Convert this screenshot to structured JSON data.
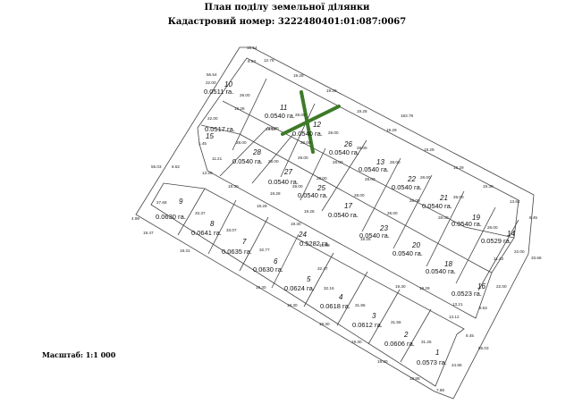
{
  "title": "План поділу земельної ділянки",
  "cadastral": "Кадастровий номер: 3222480401:01:087:0067",
  "scale": "Масштаб: 1:1 000",
  "colors": {
    "line": "#444444",
    "mark": "#3d7a27"
  },
  "parcels": [
    {
      "id": "10",
      "area": "0.0511 га."
    },
    {
      "id": "11",
      "area": "0.0540 га."
    },
    {
      "id": "12",
      "area": "0.0540 га."
    },
    {
      "id": "15",
      "area": "0.0517 га."
    },
    {
      "id": "28",
      "area": "0.0540 га."
    },
    {
      "id": "27",
      "area": "0.0540 га."
    },
    {
      "id": "26",
      "area": "0.0540 га."
    },
    {
      "id": "25",
      "area": "0.0540 га."
    },
    {
      "id": "13",
      "area": "0.0540 га."
    },
    {
      "id": "17",
      "area": "0.0540 га."
    },
    {
      "id": "22",
      "area": "0.0540 га."
    },
    {
      "id": "23",
      "area": "0.0540 га."
    },
    {
      "id": "21",
      "area": "0.0540 га."
    },
    {
      "id": "20",
      "area": "0.0540 га."
    },
    {
      "id": "19",
      "area": "0.0540 га."
    },
    {
      "id": "18",
      "area": "0.0540 га."
    },
    {
      "id": "14",
      "area": "0.0529 га."
    },
    {
      "id": "16",
      "area": "0.0523 га."
    },
    {
      "id": "24",
      "area": "0.5282 га."
    },
    {
      "id": "9",
      "area": "0.0630 га."
    },
    {
      "id": "8",
      "area": "0.0641 га."
    },
    {
      "id": "7",
      "area": "0.0635 га."
    },
    {
      "id": "6",
      "area": "0.0630 га."
    },
    {
      "id": "5",
      "area": "0.0624 га."
    },
    {
      "id": "4",
      "area": "0.0618 га."
    },
    {
      "id": "3",
      "area": "0.0612 га."
    },
    {
      "id": "2",
      "area": "0.0606 га."
    },
    {
      "id": "1",
      "area": "0.0573 га."
    }
  ],
  "dimensions": [
    "16.54",
    "8.53",
    "12.78",
    "19.28",
    "56.54",
    "22.00",
    "28.00",
    "19.29",
    "19.28",
    "183.78",
    "28.00",
    "19.28",
    "28.00",
    "28.00",
    "22.00",
    "19.29",
    "19.28",
    "1.45",
    "28.00",
    "28.00",
    "11.21",
    "28.00",
    "28.00",
    "28.00",
    "19.29",
    "28.00",
    "28.00",
    "55.03",
    "8.52",
    "13.20",
    "19.29",
    "28.00",
    "19.30",
    "28.00",
    "28.00",
    "28.00",
    "19.28",
    "28.00",
    "13.64",
    "27.68",
    "19.30",
    "8.45",
    "28.00",
    "19.29",
    "28.00",
    "33.37",
    "19.28",
    "28.00",
    "19.30",
    "28.00",
    "4.99",
    "33.07",
    "22.00",
    "19.47",
    "32.77",
    "19.28",
    "28.00",
    "33.68",
    "19.31",
    "32.47",
    "11.42",
    "19.30",
    "22.00",
    "32.16",
    "19.30",
    "19.29",
    "13.21",
    "31.86",
    "8.52",
    "19.30",
    "13.12",
    "31.56",
    "19.30",
    "8.45",
    "31.25",
    "55.03",
    "19.30",
    "24.96",
    "18.88",
    "7.88"
  ]
}
